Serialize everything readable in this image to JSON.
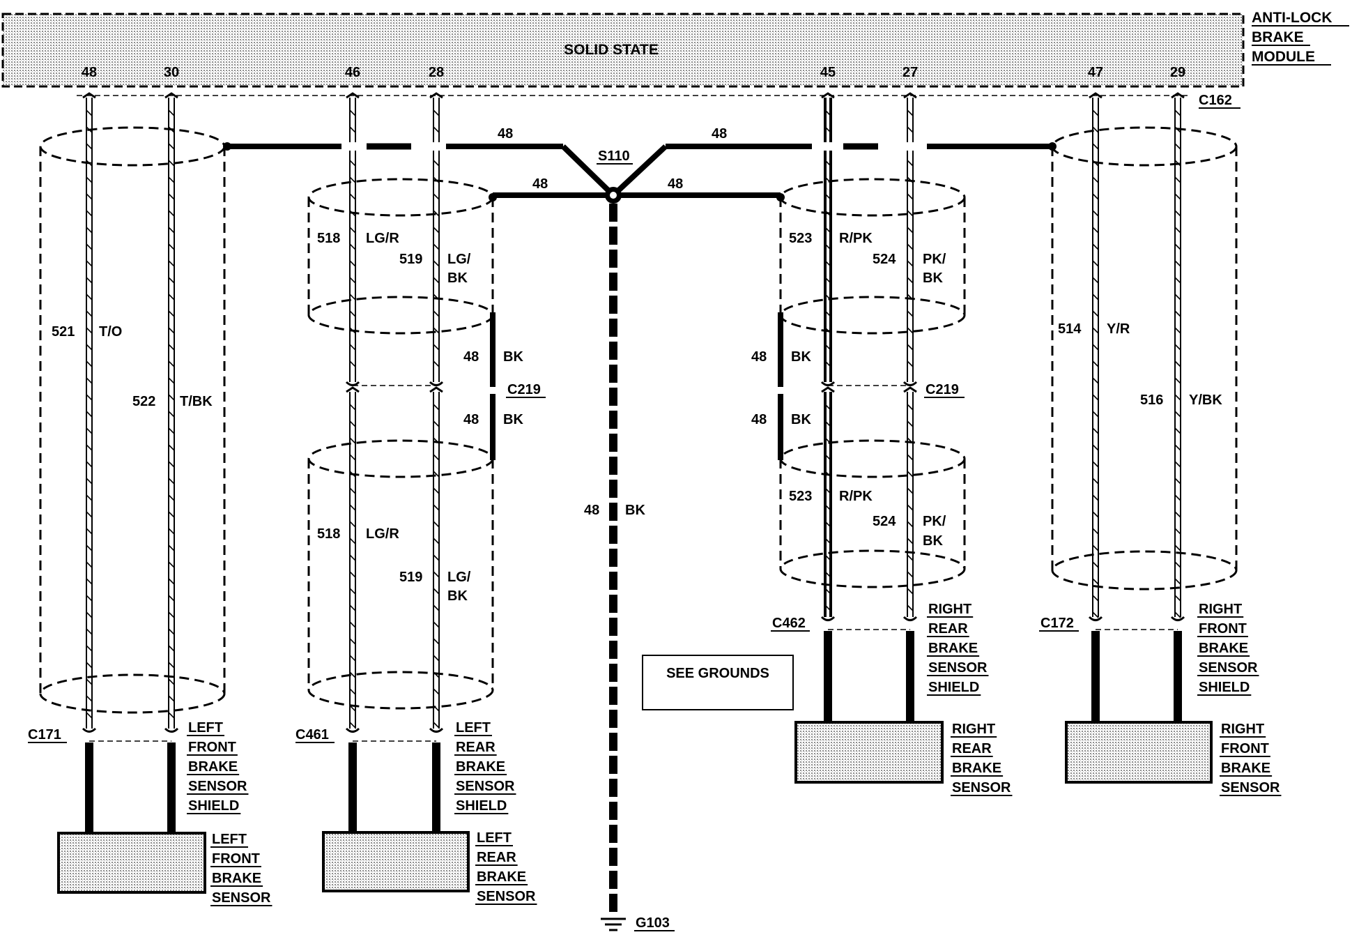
{
  "module": {
    "name_lines": [
      "ANTI-LOCK",
      "BRAKE",
      "MODULE"
    ],
    "label": "SOLID STATE",
    "connector": "C162",
    "pins": [
      {
        "wire": "left-front-shield",
        "pin": "48"
      },
      {
        "wire": "left-front-a",
        "pin": "30"
      },
      {
        "wire": "left-rear-shield",
        "pin": "46"
      },
      {
        "wire": "left-rear-a",
        "pin": "28"
      },
      {
        "wire": "right-rear-shield",
        "pin": "45"
      },
      {
        "wire": "right-rear-a",
        "pin": "27"
      },
      {
        "wire": "right-front-shield",
        "pin": "47"
      },
      {
        "wire": "right-front-a",
        "pin": "29"
      }
    ]
  },
  "splice": {
    "name": "S110",
    "circuit_labels": [
      "48",
      "48",
      "48",
      "48"
    ]
  },
  "ground": {
    "name": "G103",
    "circuit": "48",
    "color": "BK",
    "note": "SEE GROUNDS"
  },
  "left_front": {
    "wires": [
      {
        "circuit": "521",
        "color": "T/O"
      },
      {
        "circuit": "522",
        "color": "T/BK"
      }
    ],
    "connector": "C171",
    "shield_label": [
      "LEFT",
      "FRONT",
      "BRAKE",
      "SENSOR",
      "SHIELD"
    ],
    "sensor_label": [
      "LEFT",
      "FRONT",
      "BRAKE",
      "SENSOR"
    ]
  },
  "left_rear": {
    "upper_wires": [
      {
        "circuit": "518",
        "color": "LG/R"
      },
      {
        "circuit": "519",
        "color": "LG/",
        "color2": "BK"
      }
    ],
    "lower_wires": [
      {
        "circuit": "518",
        "color": "LG/R"
      },
      {
        "circuit": "519",
        "color": "LG/",
        "color2": "BK"
      }
    ],
    "drain": [
      {
        "circuit": "48",
        "color": "BK"
      },
      {
        "circuit": "48",
        "color": "BK"
      }
    ],
    "inline_connector": "C219",
    "connector": "C461",
    "shield_label": [
      "LEFT",
      "REAR",
      "BRAKE",
      "SENSOR",
      "SHIELD"
    ],
    "sensor_label": [
      "LEFT",
      "REAR",
      "BRAKE",
      "SENSOR"
    ]
  },
  "right_rear": {
    "upper_wires": [
      {
        "circuit": "523",
        "color": "R/PK"
      },
      {
        "circuit": "524",
        "color": "PK/",
        "color2": "BK"
      }
    ],
    "lower_wires": [
      {
        "circuit": "523",
        "color": "R/PK"
      },
      {
        "circuit": "524",
        "color": "PK/",
        "color2": "BK"
      }
    ],
    "drain": [
      {
        "circuit": "48",
        "color": "BK"
      },
      {
        "circuit": "48",
        "color": "BK"
      }
    ],
    "inline_connector": "C219",
    "connector": "C462",
    "shield_label": [
      "RIGHT",
      "REAR",
      "BRAKE",
      "SENSOR",
      "SHIELD"
    ],
    "sensor_label": [
      "RIGHT",
      "REAR",
      "BRAKE",
      "SENSOR"
    ]
  },
  "right_front": {
    "wires": [
      {
        "circuit": "514",
        "color": "Y/R"
      },
      {
        "circuit": "516",
        "color": "Y/BK"
      }
    ],
    "connector": "C172",
    "shield_label": [
      "RIGHT",
      "FRONT",
      "BRAKE",
      "SENSOR",
      "SHIELD"
    ],
    "sensor_label": [
      "RIGHT",
      "FRONT",
      "BRAKE",
      "SENSOR"
    ]
  }
}
